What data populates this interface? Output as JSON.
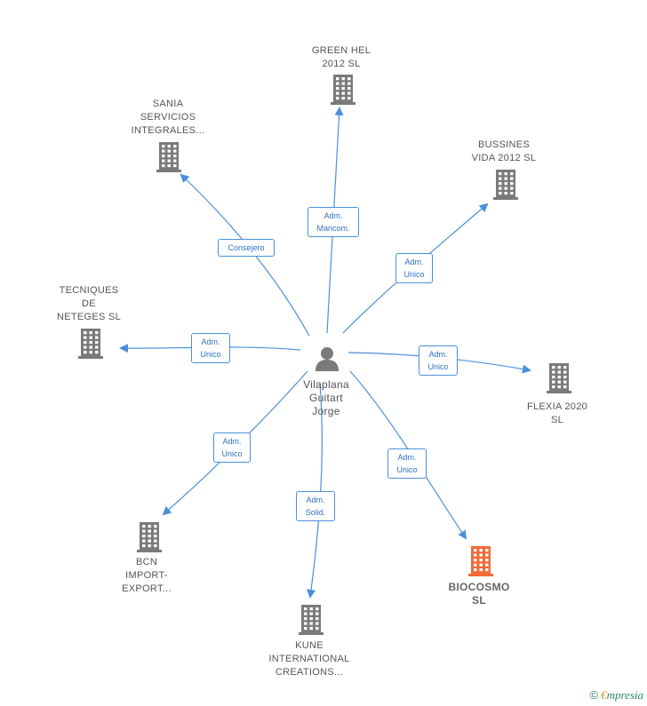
{
  "colors": {
    "edge": "#4a90d9",
    "building": "#7a7a7a",
    "building_highlight": "#f26a35",
    "person": "#7a7a7a"
  },
  "center": {
    "label": "Vilaplana\nGuitart\nJorge",
    "icon": "person-icon"
  },
  "companies": [
    {
      "id": "green-hel",
      "label": "GREEN HEL\n2012 SL",
      "icon": "building-icon",
      "highlight": false
    },
    {
      "id": "sania",
      "label": "SANIA\nSERVICIOS\nINTEGRALES...",
      "icon": "building-icon",
      "highlight": false
    },
    {
      "id": "bussines-vida",
      "label": "BUSSINES\nVIDA 2012 SL",
      "icon": "building-icon",
      "highlight": false
    },
    {
      "id": "tecniques",
      "label": "TECNIQUES\nDE\nNETEGES SL",
      "icon": "building-icon",
      "highlight": false
    },
    {
      "id": "flexia",
      "label": "FLEXIA 2020\nSL",
      "icon": "building-icon",
      "highlight": false
    },
    {
      "id": "bcn-import",
      "label": "BCN\nIMPORT-\nEXPORT...",
      "icon": "building-icon",
      "highlight": false
    },
    {
      "id": "biocosmo",
      "label": "BIOCOSMO\nSL",
      "icon": "building-icon",
      "highlight": true
    },
    {
      "id": "kune",
      "label": "KUNE\nINTERNATIONAL\nCREATIONS...",
      "icon": "building-icon",
      "highlight": false
    }
  ],
  "edges": [
    {
      "to": "green-hel",
      "label": "Adm.\nMancom."
    },
    {
      "to": "sania",
      "label": "Consejero"
    },
    {
      "to": "bussines-vida",
      "label": "Adm.\nUnico"
    },
    {
      "to": "tecniques",
      "label": "Adm.\nUnico"
    },
    {
      "to": "flexia",
      "label": "Adm.\nUnico"
    },
    {
      "to": "bcn-import",
      "label": "Adm.\nUnico"
    },
    {
      "to": "biocosmo",
      "label": "Adm.\nUnico"
    },
    {
      "to": "kune",
      "label": "Adm.\nSolid."
    }
  ],
  "watermark": {
    "symbol": "©",
    "brand_initial": "€",
    "brand_rest": "mpresia"
  }
}
